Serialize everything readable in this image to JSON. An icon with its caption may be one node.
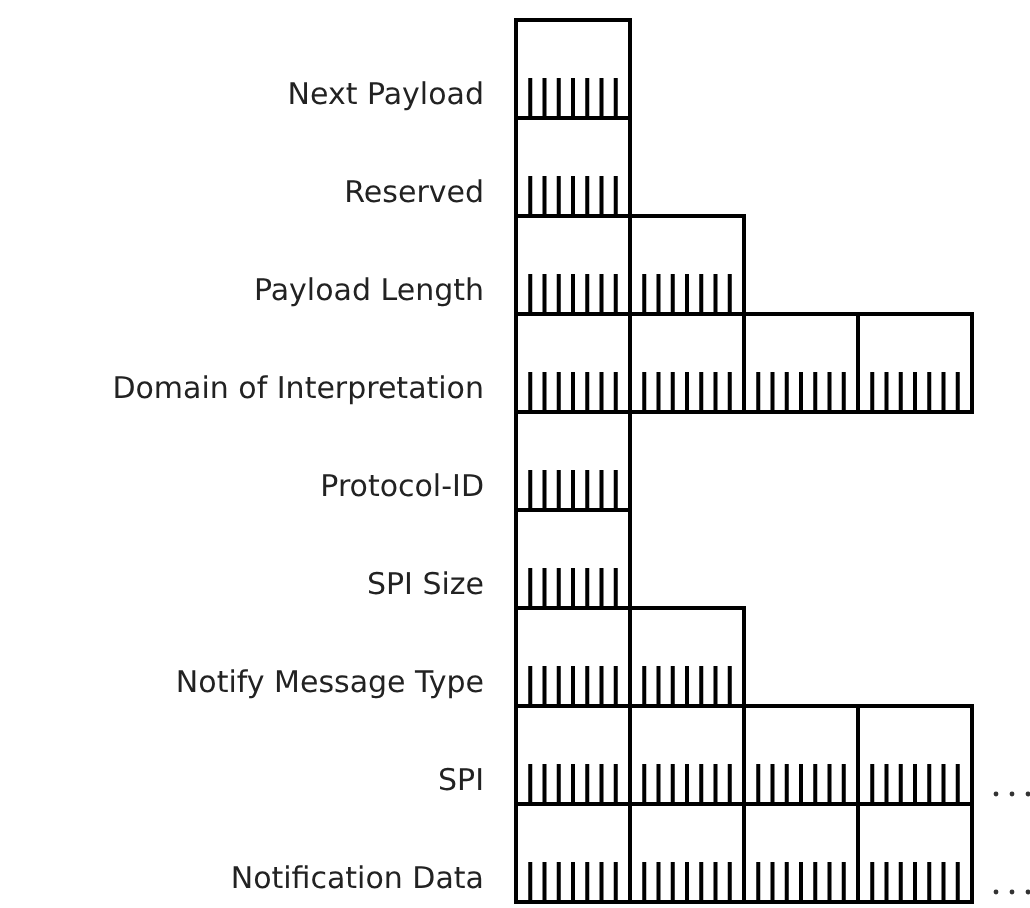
{
  "diagram": {
    "nodes": [
      {
        "text": [
          "Next Payload"
        ]
      },
      {
        "text": [
          "Reserved"
        ]
      },
      {
        "text": [
          "Payload Length"
        ]
      },
      {
        "text": [
          "Domain of Interpretation"
        ]
      },
      {
        "text": [
          "Protocol-ID"
        ]
      },
      {
        "text": [
          "SPI Size"
        ]
      },
      {
        "text": [
          "Notify Message Type"
        ]
      },
      {
        "text": [
          "SPI"
        ]
      },
      {
        "text": [
          "Notification Data"
        ]
      }
    ]
  }
}
